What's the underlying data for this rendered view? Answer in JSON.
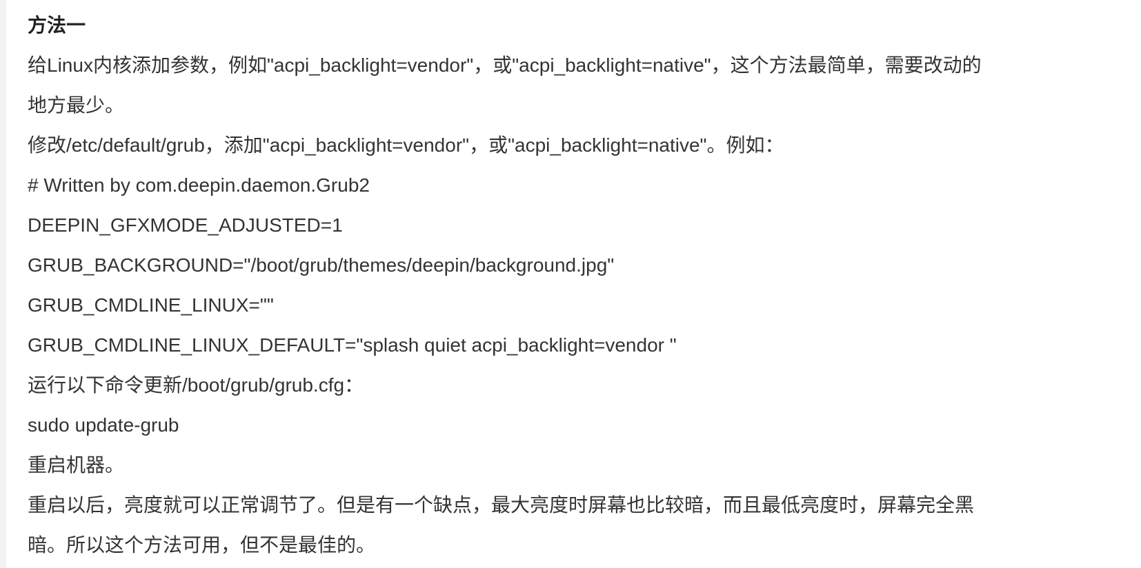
{
  "article": {
    "heading": "方法一",
    "paragraphs": [
      "给Linux内核添加参数，例如\"acpi_backlight=vendor\"，或\"acpi_backlight=native\"，这个方法最简单，需要改动的",
      "地方最少。",
      "修改/etc/default/grub，添加\"acpi_backlight=vendor\"，或\"acpi_backlight=native\"。例如：",
      "# Written by com.deepin.daemon.Grub2",
      "DEEPIN_GFXMODE_ADJUSTED=1",
      "GRUB_BACKGROUND=\"/boot/grub/themes/deepin/background.jpg\"",
      "GRUB_CMDLINE_LINUX=\"\"",
      "GRUB_CMDLINE_LINUX_DEFAULT=\"splash quiet acpi_backlight=vendor \"",
      "运行以下命令更新/boot/grub/grub.cfg：",
      "sudo update-grub",
      "重启机器。",
      "重启以后，亮度就可以正常调节了。但是有一个缺点，最大亮度时屏幕也比较暗，而且最低亮度时，屏幕完全黑",
      "暗。所以这个方法可用，但不是最佳的。"
    ]
  }
}
